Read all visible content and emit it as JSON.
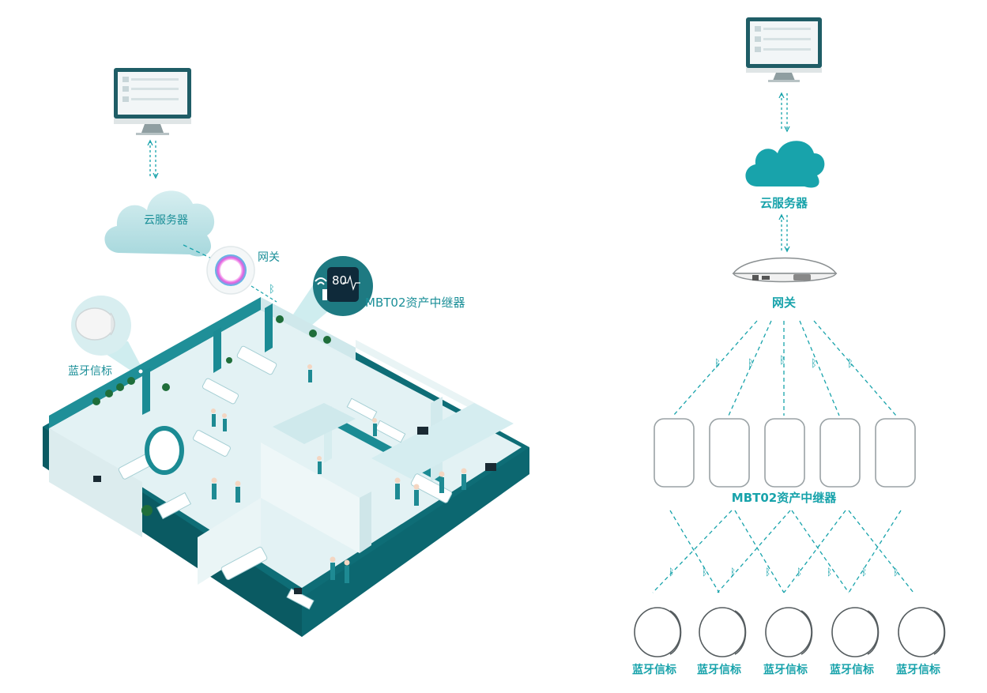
{
  "left_scene": {
    "cloud_label": "云服务器",
    "gateway_label": "网关",
    "repeater_label": "MBT02资产中继器",
    "beacon_label": "蓝牙信标",
    "monitor_reading": "80"
  },
  "right_diagram": {
    "cloud_label": "云服务器",
    "gateway_label": "网关",
    "repeater_label": "MBT02资产中继器",
    "beacons": [
      {
        "label": "蓝牙信标"
      },
      {
        "label": "蓝牙信标"
      },
      {
        "label": "蓝牙信标"
      },
      {
        "label": "蓝牙信标"
      },
      {
        "label": "蓝牙信标"
      }
    ]
  },
  "colors": {
    "accent": "#18a3ab",
    "dark_teal": "#12757d",
    "floor": "#dff1f3",
    "wall_light": "#eef6f7"
  }
}
